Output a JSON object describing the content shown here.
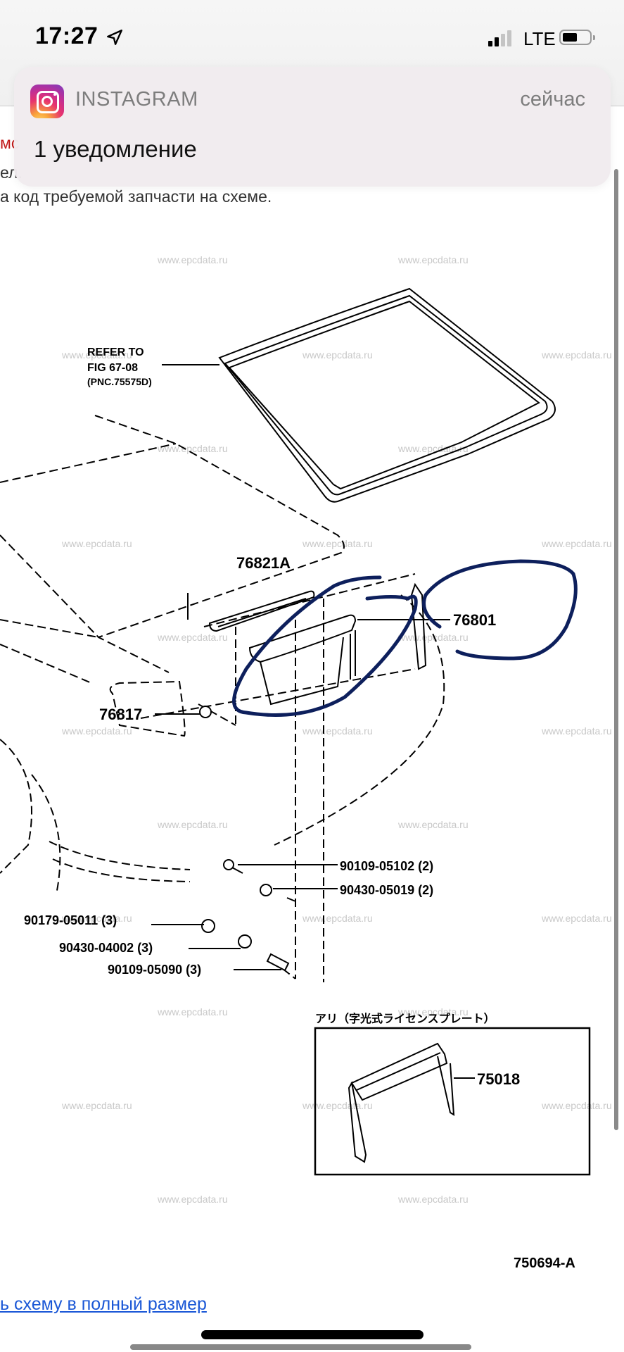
{
  "status_bar": {
    "time": "17:27",
    "location_icon": "location-arrow-icon",
    "network": "LTE",
    "signal_bars_active": 2,
    "signal_bars_total": 4,
    "battery_icon": "battery-icon"
  },
  "notification": {
    "app_icon": "instagram-icon",
    "app_name": "INSTAGRAM",
    "time": "сейчас",
    "body": "1 уведомление"
  },
  "page": {
    "header_fragment_red": "мс",
    "line1_fragment": "ел.",
    "line2_text": "а код требуемой запчасти на схеме.",
    "full_size_link": "ь схему в полный размер"
  },
  "diagram": {
    "watermark": "www.epcdata.ru",
    "refer_note": {
      "line1": "REFER TO",
      "line2": "FIG 67-08",
      "line3": "(PNC.75575D)"
    },
    "part_labels": [
      {
        "id": "76821A"
      },
      {
        "id": "76801"
      },
      {
        "id": "76817"
      },
      {
        "id": "90109-05102 (2)"
      },
      {
        "id": "90430-05019 (2)"
      },
      {
        "id": "90179-05011 (3)"
      },
      {
        "id": "90430-04002 (3)"
      },
      {
        "id": "90109-05090 (3)"
      },
      {
        "id": "75018"
      }
    ],
    "inset_title": "アリ（字光式ライセンスプレート）",
    "figure_code": "750694-A",
    "annotation_color": "#0d1f5c"
  }
}
